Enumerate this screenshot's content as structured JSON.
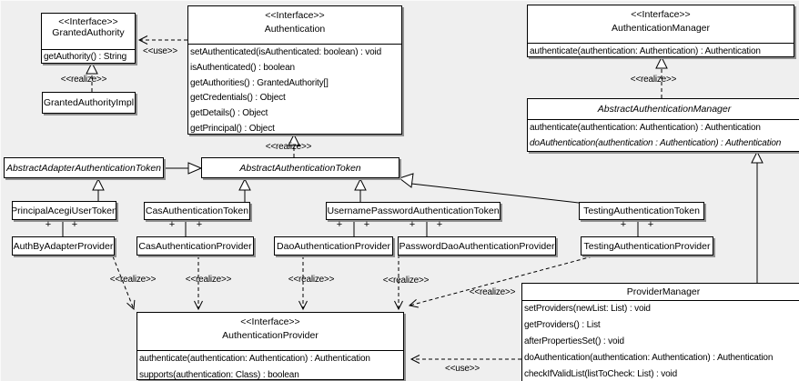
{
  "labels": {
    "use": "<<use>>",
    "realize": "<<realize>>",
    "plus": "+"
  },
  "colors": {
    "background": "#efefef",
    "box_fill": "#ffffff",
    "line": "#000000",
    "shadow": "#909090"
  },
  "classes": {
    "granted_authority": {
      "stereotype": "<<Interface>>",
      "name": "GrantedAuthority",
      "methods": [
        "getAuthority() : String"
      ]
    },
    "granted_authority_impl": {
      "name": "GrantedAuthorityImpl"
    },
    "authentication": {
      "stereotype": "<<Interface>>",
      "name": "Authentication",
      "methods": [
        "setAuthenticated(isAuthenticated: boolean) : void",
        "isAuthenticated() : boolean",
        "getAuthorities() : GrantedAuthority[]",
        "getCredentials() : Object",
        "getDetails() : Object",
        "getPrincipal() : Object"
      ]
    },
    "authentication_manager": {
      "stereotype": "<<Interface>>",
      "name": "AuthenticationManager",
      "methods": [
        "authenticate(authentication: Authentication) : Authentication"
      ]
    },
    "abstract_authentication_manager": {
      "name": "AbstractAuthenticationManager",
      "methods": [
        "authenticate(authentication: Authentication) : Authentication",
        "doAuthentication(authentication : Authentication) : Authentication"
      ]
    },
    "abstract_adapter_authentication_token": {
      "name": "AbstractAdapterAuthenticationToken"
    },
    "abstract_authentication_token": {
      "name": "AbstractAuthenticationToken"
    },
    "principal_acegi_user_token": {
      "name": "PrincipalAcegiUserToken"
    },
    "cas_authentication_token": {
      "name": "CasAuthenticationToken"
    },
    "username_password_authentication_token": {
      "name": "UsernamePasswordAuthenticationToken"
    },
    "testing_authentication_token": {
      "name": "TestingAuthenticationToken"
    },
    "auth_by_adapter_provider": {
      "name": "AuthByAdapterProvider"
    },
    "cas_authentication_provider": {
      "name": "CasAuthenticationProvider"
    },
    "dao_authentication_provider": {
      "name": "DaoAuthenticationProvider"
    },
    "password_dao_authentication_provider": {
      "name": "PasswordDaoAuthenticationProvider"
    },
    "testing_authentication_provider": {
      "name": "TestingAuthenticationProvider"
    },
    "authentication_provider": {
      "stereotype": "<<Interface>>",
      "name": "AuthenticationProvider",
      "methods": [
        "authenticate(authentication: Authentication) : Authentication",
        "supports(authentication: Class) : boolean"
      ]
    },
    "provider_manager": {
      "name": "ProviderManager",
      "methods": [
        "setProviders(newList: List) : void",
        "getProviders() : List",
        "afterPropertiesSet() : void",
        "doAuthentication(authentication: Authentication) : Authentication",
        "checkIfValidList(listToCheck: List) : void"
      ]
    }
  }
}
